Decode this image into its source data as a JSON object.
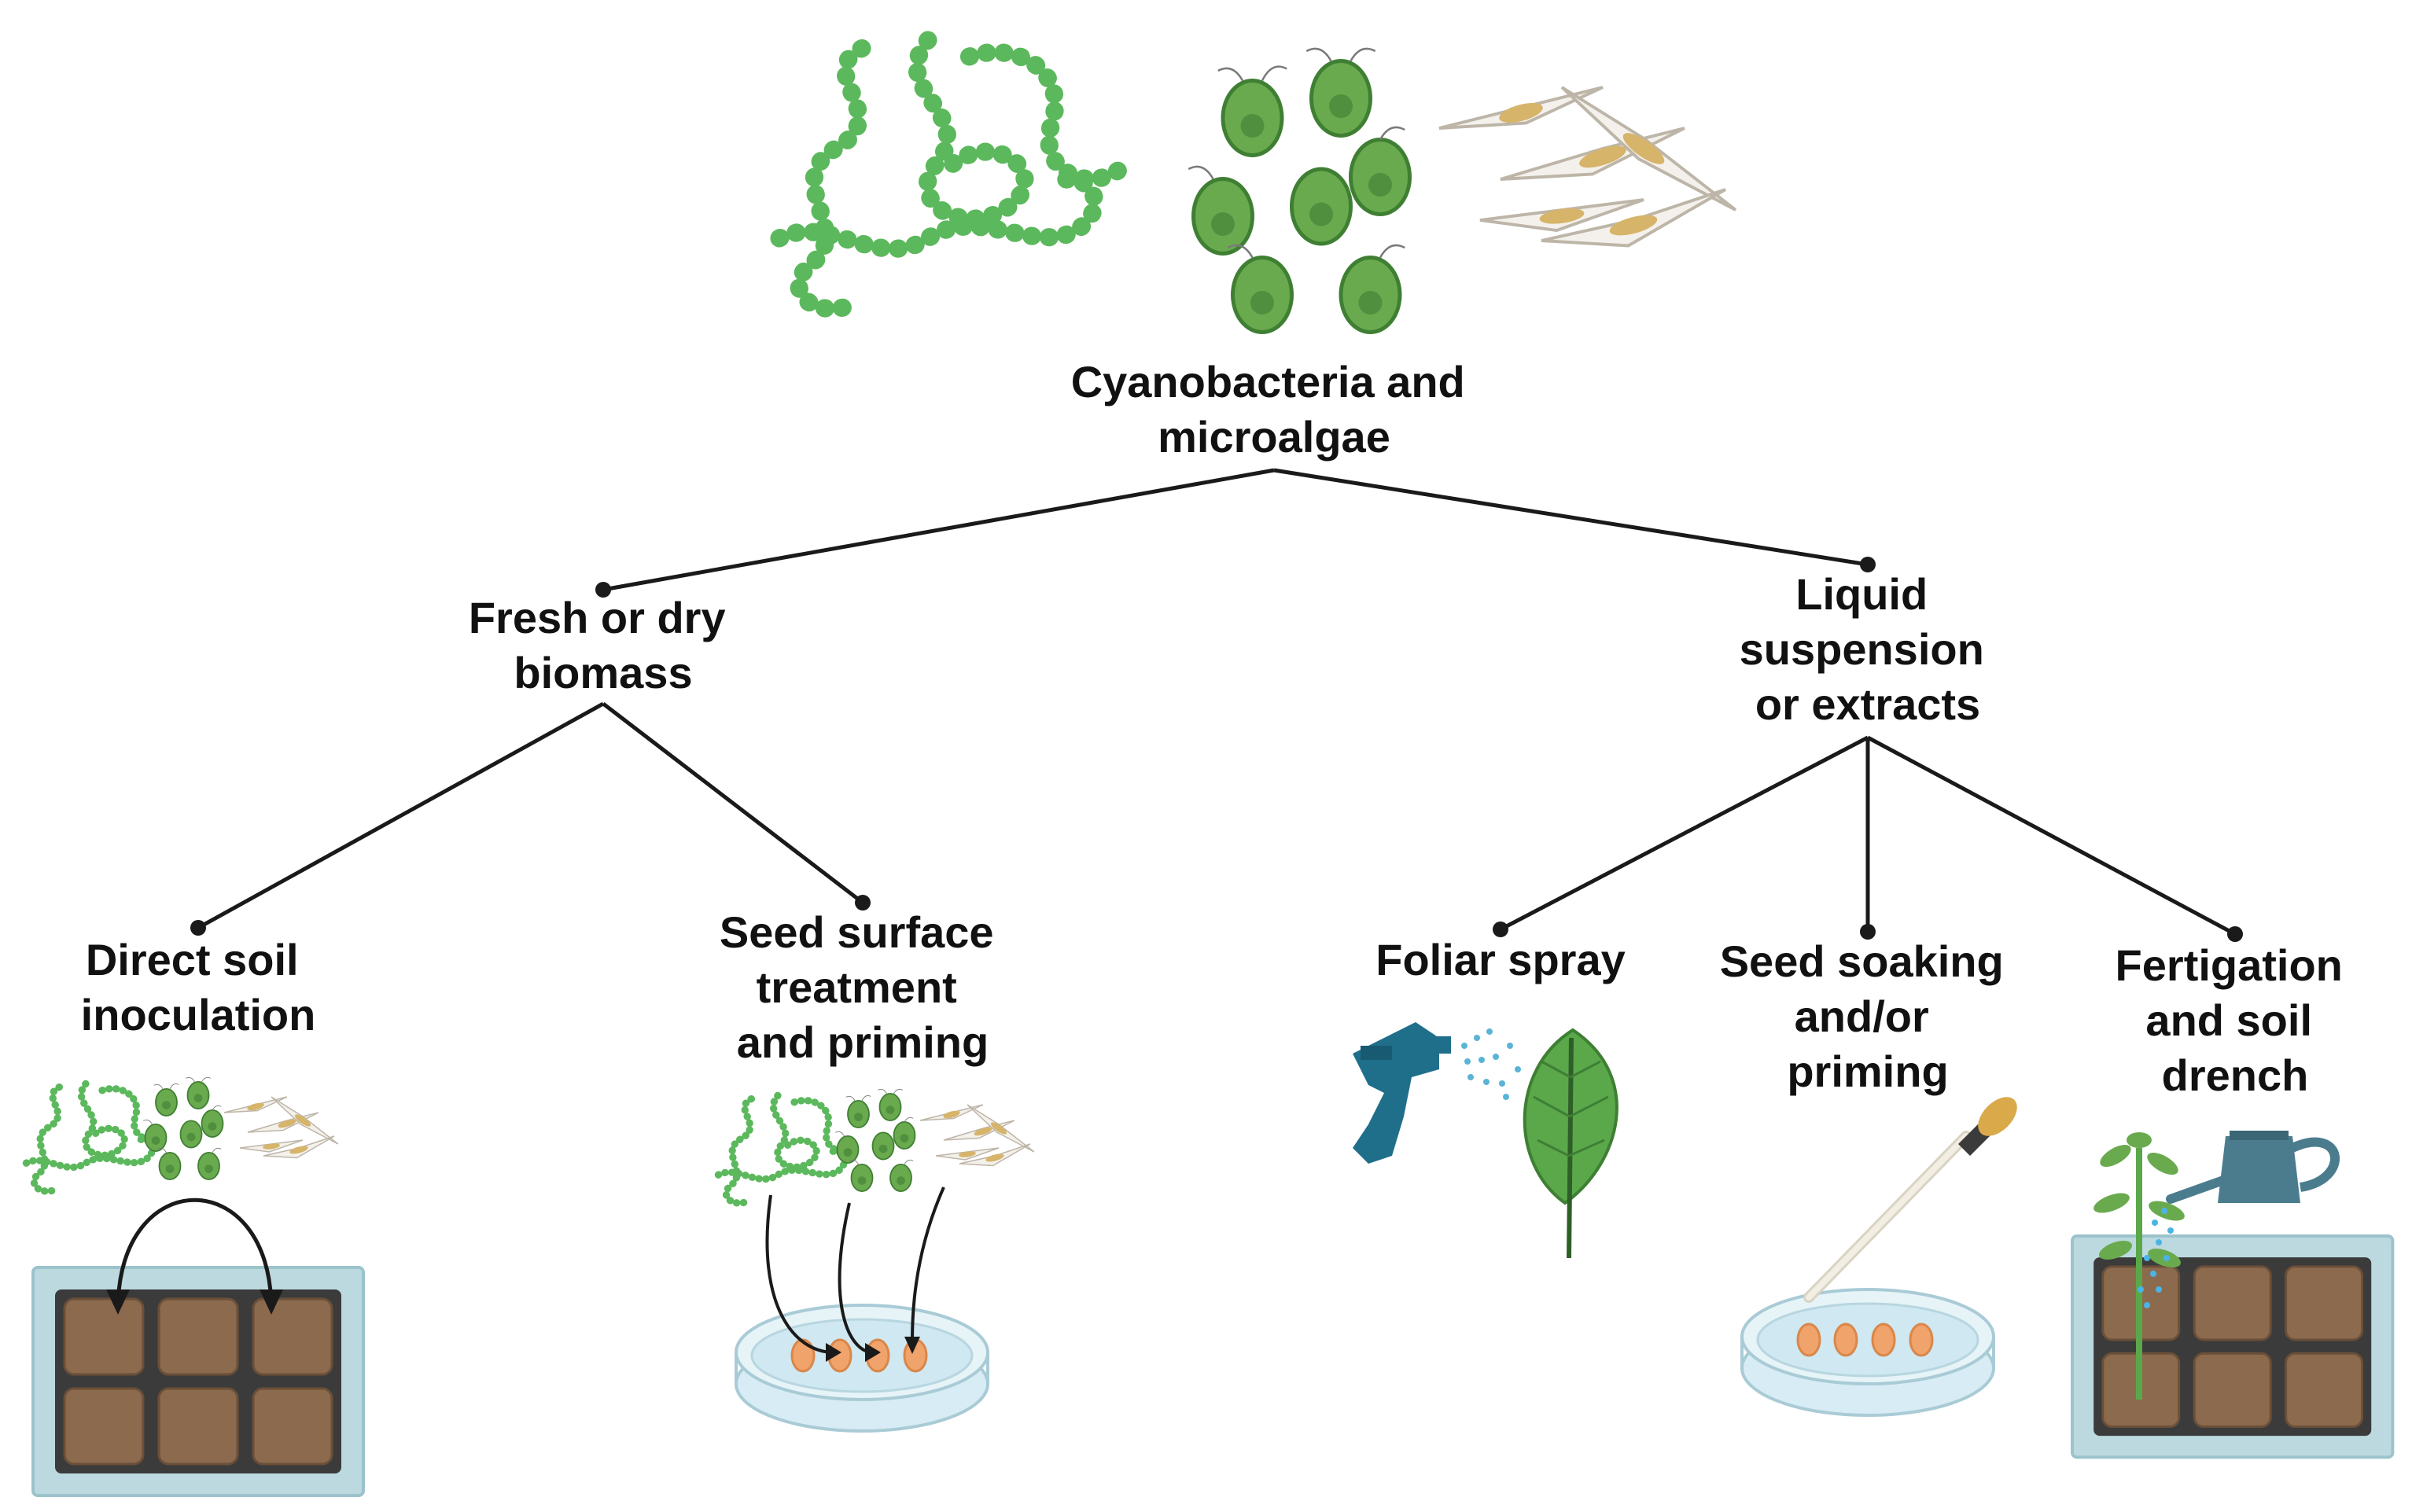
{
  "root": {
    "label_lines": [
      "Cyanobacteria and",
      "microalgae"
    ]
  },
  "branches": {
    "biomass": {
      "label_lines": [
        "Fresh or dry",
        "biomass"
      ]
    },
    "liquid": {
      "label_lines": [
        "Liquid",
        "suspension",
        "or extracts"
      ]
    }
  },
  "methods": {
    "soil_inoculation": {
      "label_lines": [
        "Direct soil",
        "inoculation"
      ]
    },
    "seed_surface": {
      "label_lines": [
        "Seed surface",
        "treatment",
        "and priming"
      ]
    },
    "foliar_spray": {
      "label_lines": [
        "Foliar spray"
      ]
    },
    "seed_soaking": {
      "label_lines": [
        "Seed soaking",
        "and/or",
        "priming"
      ]
    },
    "fertigation": {
      "label_lines": [
        "Fertigation",
        "and soil",
        "drench"
      ]
    }
  },
  "colors": {
    "filament_green": "#5cb85c",
    "cell_green": "#6aaa4e",
    "diatom_tan": "#d6b46a",
    "soil_brown": "#8b6a4e",
    "tray_frame": "#bcd9df",
    "bottle_blue": "#1f6f8b",
    "leaf_green": "#5aa84a",
    "seed_orange": "#f0a36a"
  }
}
